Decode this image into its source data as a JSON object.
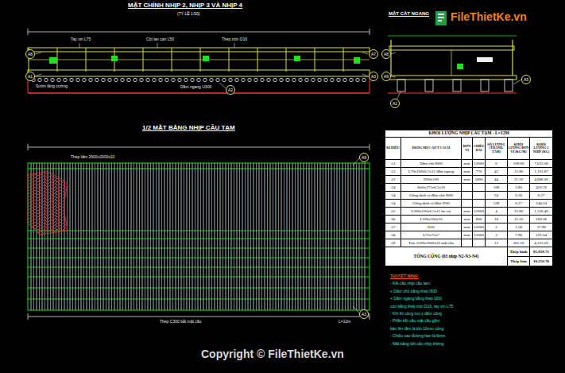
{
  "diagram": {
    "nodes": [
      {
        "text": [
          "A8"
        ]
      },
      {
        "text": [
          "A1"
        ]
      },
      {
        "text": [
          "A7"
        ]
      },
      {
        "text": [
          "A3"
        ]
      },
      {
        "text": [
          "A2"
        ]
      },
      {
        "text": [
          "A8"
        ]
      },
      {
        "text": [
          "A9"
        ]
      },
      {
        "text": [
          "A5"
        ]
      },
      {
        "text": [
          "A1"
        ]
      },
      {
        "text": [
          "A9"
        ]
      },
      {
        "text": [
          "A3"
        ]
      }
    ],
    "labels": [
      "MẶT CHÍNH NHỊP 2, NHỊP 3 VÀ NHỊP 4",
      "(TỶ LỆ 1:50)",
      "Tay vịn L75",
      "Cột lan can L50",
      "Thép tròn D16",
      "Sườn tăng cường",
      "Dầm ngang U300",
      "MẶT CẮT NGANG",
      "1/2 MẶT BẰNG NHỊP CẦU TẠM",
      "Thép tấm 2500x2000x10",
      "Thép C300 bắt mặt cầu",
      "L=12m",
      "KHỐI LƯỢNG NHỊP CẦU TẠM - L=12M",
      "KÍ HIỆU",
      "DẠNG MỤC-QUY CÁCH",
      "ĐƠN VỊ",
      "CHIỀU DÀI",
      "SỐ LƯỢNG (THANH, TẤM)",
      "KHỐI LƯỢNG ĐƠN VỊ (KG/M)",
      "KHỐI LƯỢNG 1 NHỊP (KG)",
      "A1",
      "Dầm chủ I600",
      "mm",
      "12000",
      "6",
      "109.00",
      "7,632.00",
      "A2",
      "L70x100x6.5x11 dầm ngang",
      "mm",
      "770",
      "45",
      "31.80",
      "1,101.87",
      "A3",
      "I200x100",
      "mm",
      "5000",
      "44",
      "21.30",
      "4,686.00",
      "A4",
      "Sườn I75x6.5x10",
      "108",
      "3.80",
      "410.76",
      "A4",
      "Gông định vị dầm chủ I600",
      "24",
      "0.26",
      "6.27",
      "A4",
      "Gông định vị dầm I200",
      "528",
      "0.27",
      "144.24",
      "A5",
      "L300x100x6.5x11 bu vai",
      "mm",
      "12000",
      "4",
      "31.80",
      "1,526.40",
      "A6",
      "L100x100x10",
      "mm",
      "800",
      "18",
      "15.10",
      "169.36",
      "A7",
      "D16",
      "mm",
      "12000",
      "2",
      "1.58",
      "37.98",
      "A8",
      "L75x75x7",
      "mm",
      "12000",
      "2",
      "7.96",
      "191.04",
      "A9",
      "Tole 2500x2000x10 mặt cầu",
      "12",
      "361.10",
      "4,333.20",
      "TỔNG CỘNG (03 nhịp N2-N3-N4)",
      "Thép hình",
      "85,919.71",
      "Thép bản",
      "10,250.76",
      "THUYẾT MINH:",
      "- Kết cấu nhịp cầu tạm:",
      "+ Dầm chủ bằng thép I600",
      "+ Dầm ngang bằng thép I200",
      "con bằng thép tròn D16, tay vịn L75",
      "- Khi thi công lưu ý dầm công",
      "- Phần kết cấu mặt cầu gồm",
      "bản lên tầm là tôn 10mm công",
      "- Chiều cao đường hàn là 6mm",
      "- Mặt bằng kết cấu nhịp không",
      "Copyright © FileThietKe.vn",
      "FileThietKe.vn"
    ]
  }
}
